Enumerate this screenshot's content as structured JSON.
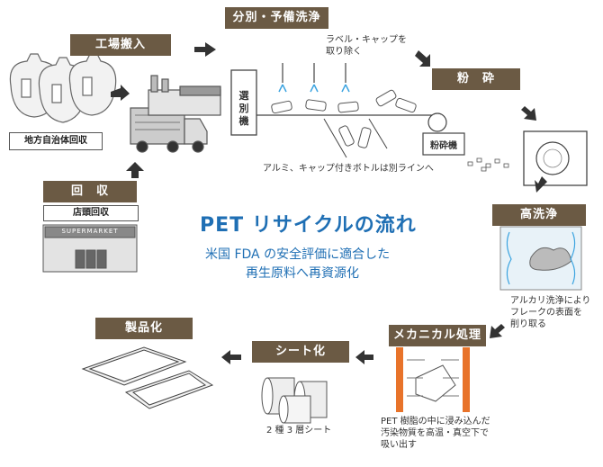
{
  "title": {
    "main": "PET リサイクルの流れ",
    "sub_line1": "米国 FDA の安全評価に適合した",
    "sub_line2": "再生原料へ再資源化"
  },
  "stages": {
    "factory_delivery": "工場搬入",
    "sorting_prewash": "分別・予備洗浄",
    "crushing": "粉　砕",
    "high_wash": "高洗浄",
    "mechanical": "メカニカル処理",
    "sheeting": "シート化",
    "productization": "製品化",
    "collection": "回　収"
  },
  "notes": {
    "municipal_collection": "地方自治体回収",
    "store_collection": "店頭回収",
    "sorter": "選\n別\n機",
    "crusher": "粉砕機",
    "label_cap_line1": "ラベル・キャップを",
    "label_cap_line2": "取り除く",
    "aluminum_line": "アルミ、キャップ付きボトルは別ラインへ",
    "alkali_line1": "アルカリ洗浄により",
    "alkali_line2": "フレークの表面を",
    "alkali_line3": "削り取る",
    "mech_line1": "PET 樹脂の中に浸み込んだ",
    "mech_line2": "汚染物質を高温・真空下で",
    "mech_line3": "吸い出す",
    "sheet_type": "2 種 3 層シート",
    "store_sign": "SUPERMARKET"
  },
  "colors": {
    "label_bg": "#6b5a44",
    "title_blue": "#1f6fb4",
    "water_blue": "#3aa3e0",
    "heat_orange": "#e8732a"
  }
}
